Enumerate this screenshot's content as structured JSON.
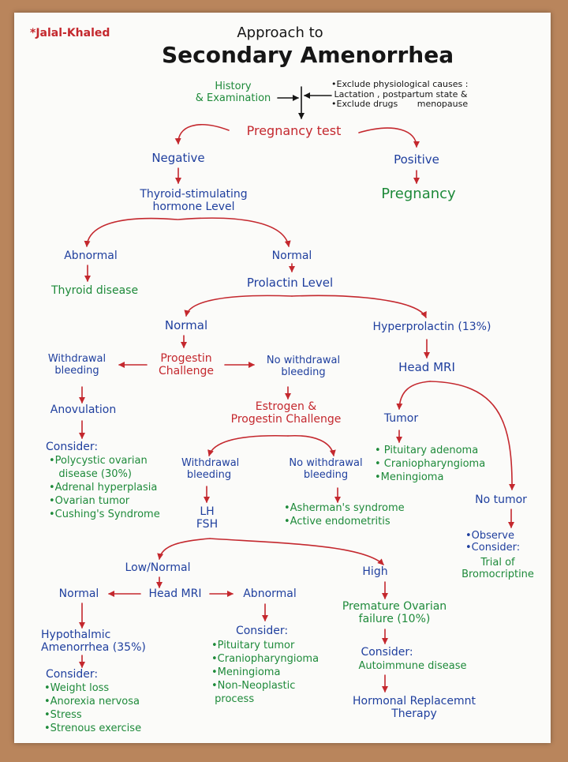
{
  "author": "*Jalal-Khaled",
  "title": {
    "line1": "Approach to",
    "line2": "Secondary Amenorrhea"
  },
  "nodes": {
    "history": "History\n& Examination",
    "exclude": "•Exclude physiological causes :\n Lactation , postpartum state &\n•Exclude drugs       menopause",
    "pregnancy_test": "Pregnancy test",
    "negative": "Negative",
    "positive": "Positive",
    "pregnancy": "Pregnancy",
    "tsh": "Thyroid-stimulating\nhormone Level",
    "abnormal_1": "Abnormal",
    "normal_1": "Normal",
    "thyroid_disease": "Thyroid disease",
    "prolactin": "Prolactin Level",
    "normal_2": "Normal",
    "hyperprolactin": "Hyperprolactin (13%)",
    "progestin": "Progestin\nChallenge",
    "withdrawal_1": "Withdrawal\nbleeding",
    "no_withdrawal_1": "No withdrawal\nbleeding",
    "head_mri_1": "Head MRI",
    "anovulation": "Anovulation",
    "estrogen": "Estrogen &\nProgestin Challenge",
    "tumor": "Tumor",
    "consider_1_label": "Consider:",
    "consider_1_items": "•Polycystic ovarian\n   disease (30%)\n•Adrenal hyperplasia\n•Ovarian tumor\n•Cushing's Syndrome",
    "withdrawal_2": "Withdrawal\nbleeding",
    "no_withdrawal_2": "No withdrawal\nbleeding",
    "tumor_items": "• Pituitary adenoma\n• Craniopharyngioma\n•Meningioma",
    "no_tumor": "No tumor",
    "lh_fsh": "LH\nFSH",
    "asherman": "•Asherman's syndrome\n•Active endometritis",
    "observe": "•Observe\n•Consider:",
    "trial": "Trial of\nBromocriptine",
    "low_normal": "Low/Normal",
    "high": "High",
    "normal_3": "Normal",
    "head_mri_2": "Head MRI",
    "abnormal_2": "Abnormal",
    "pof": "Premature Ovarian\nfailure (10%)",
    "hypothalamic": "Hypothalmic\nAmenorrhea (35%)",
    "consider_2_label": "Consider:",
    "consider_2_items": "•Weight loss\n•Anorexia nervosa\n•Stress\n•Strenous exercise",
    "consider_3_label": "Consider:",
    "consider_3_items": "•Pituitary tumor\n•Craniopharyngioma\n•Meningioma\n•Non-Neoplastic\n process",
    "consider_4_label": "Consider:",
    "autoimmune": "Autoimmune disease",
    "hrt": "Hormonal Replacemnt\nTherapy"
  }
}
